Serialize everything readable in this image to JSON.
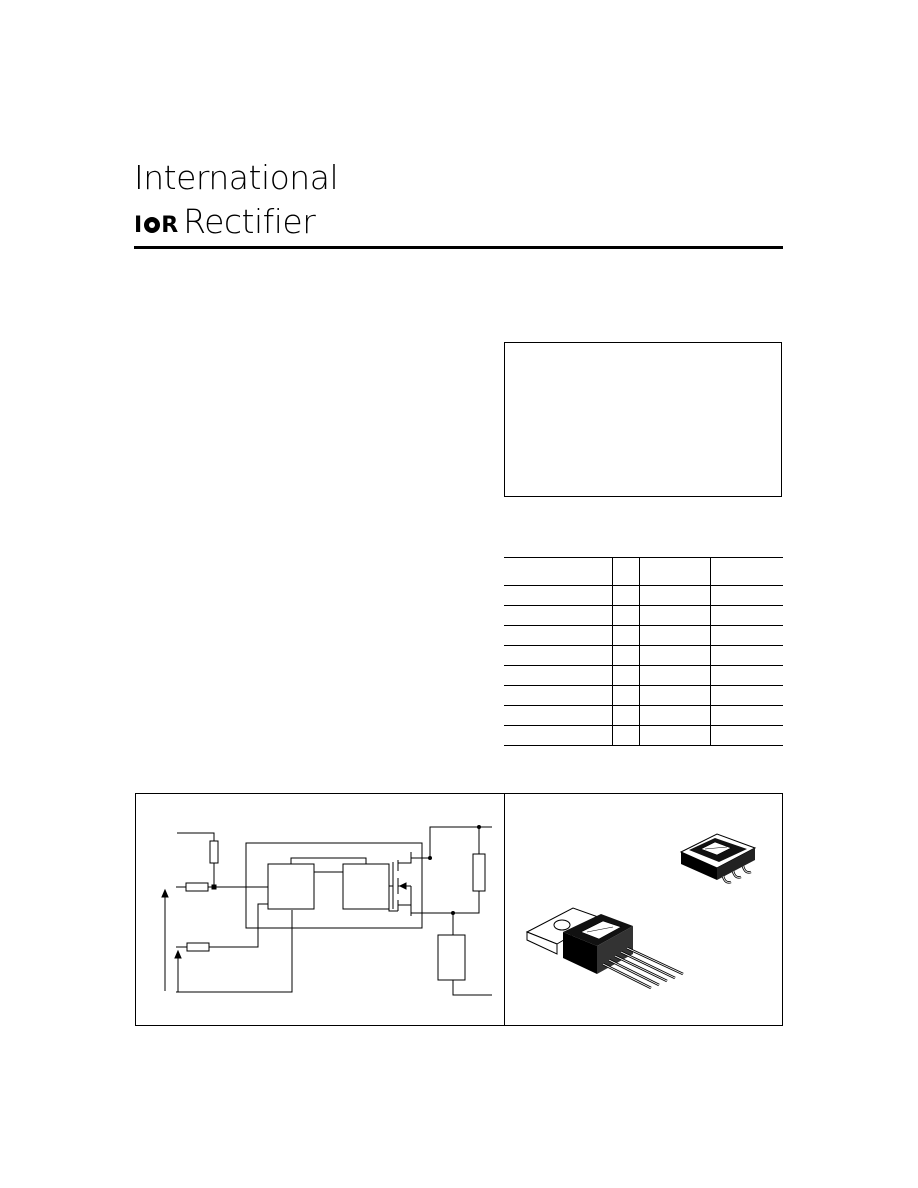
{
  "brand": {
    "line1": "International",
    "mark": "IOR",
    "line2": "Rectifier"
  },
  "colors": {
    "ink": "#000000",
    "paper": "#ffffff"
  },
  "spec_table": {
    "rows": 9,
    "cols": 4
  },
  "figures": {
    "left": "circuit-schematic",
    "right": "package-illustrations"
  }
}
